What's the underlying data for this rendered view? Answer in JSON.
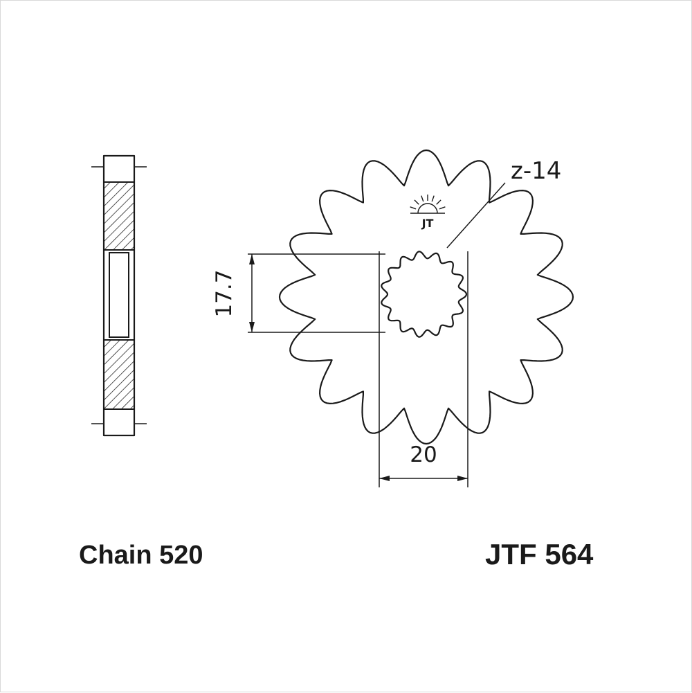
{
  "diagram": {
    "type": "technical-drawing",
    "background": "#ffffff",
    "line_color": "#1a1a1a",
    "chain_label": "Chain 520",
    "part_label": "JTF 564",
    "teeth_label": "z-14",
    "logo_text": "JT",
    "dimensions": {
      "bore_height": "17.7",
      "bore_width": "20"
    }
  }
}
